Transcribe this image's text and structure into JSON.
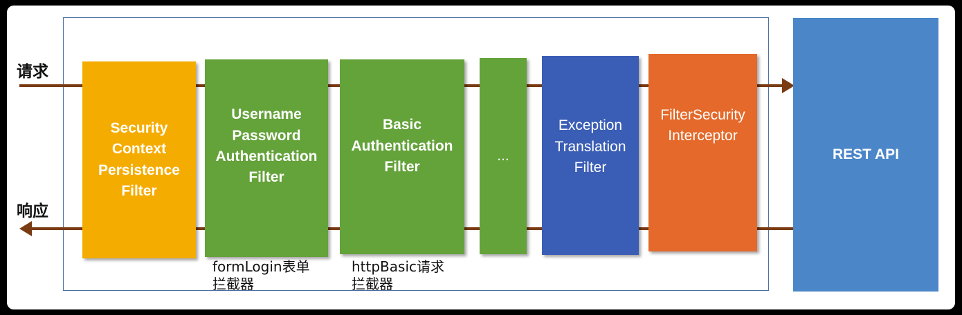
{
  "labels": {
    "request": "请求",
    "response": "响应"
  },
  "filters": [
    {
      "id": "security-context",
      "label": "Security\nContext\nPersistence\nFilter",
      "color": "#f5ac00"
    },
    {
      "id": "username-password",
      "label": "Username\nPassword\nAuthentication\nFilter",
      "color": "#64a23a"
    },
    {
      "id": "basic-auth",
      "label": "Basic\nAuthentication\nFilter",
      "color": "#64a23a"
    },
    {
      "id": "ellipsis",
      "label": "...",
      "color": "#64a23a"
    },
    {
      "id": "exception-translation",
      "label": "Exception\nTranslation\nFilter",
      "color": "#3a5db5"
    },
    {
      "id": "filter-security-interceptor",
      "label": "FilterSecurity\nInterceptor",
      "color": "#e4692a"
    }
  ],
  "rest_api": {
    "label": "REST API",
    "color": "#4a86c8"
  },
  "notes": {
    "form_login": "formLogin表单\n拦截器",
    "http_basic": "httpBasic请求\n拦截器"
  },
  "colors": {
    "flow_line": "#7a3b12",
    "frame_border": "#4a6fa5"
  }
}
